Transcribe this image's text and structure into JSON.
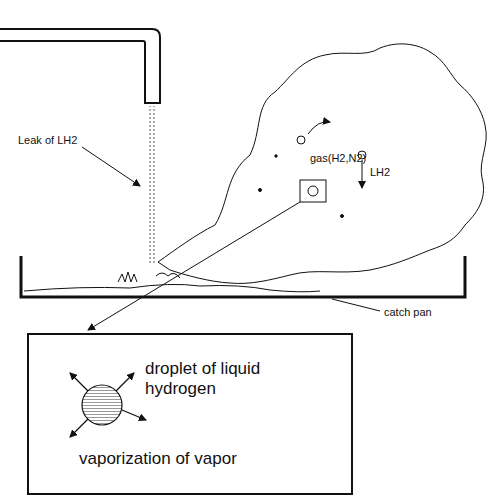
{
  "diagram": {
    "nodes": [
      {
        "text": [
          "gas(H2,N2)",
          "LH2"
        ]
      },
      {
        "text": [
          "droplet of liquid hydrogen",
          "vaporization of vapor"
        ]
      }
    ],
    "labels": [
      "Leak of LH2",
      "catch pan"
    ]
  }
}
